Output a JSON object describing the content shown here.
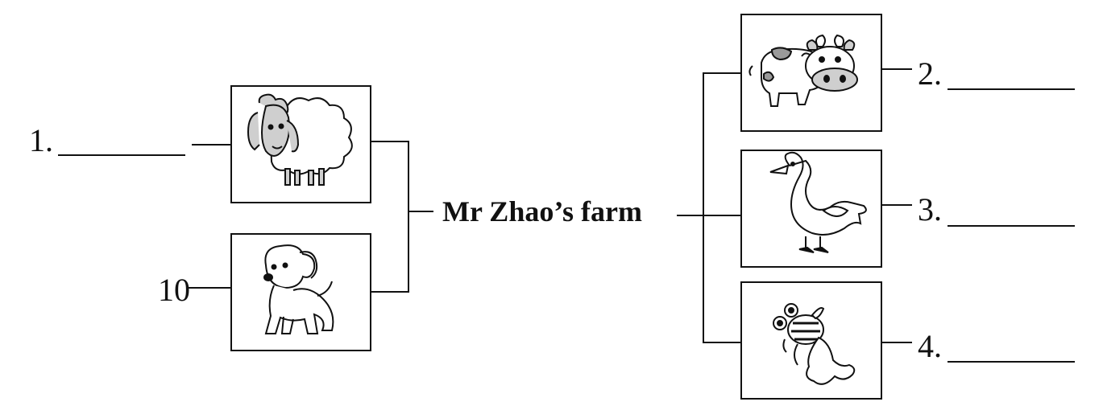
{
  "title": "Mr Zhao’s farm",
  "items": [
    {
      "id": "sheep",
      "number": "1.",
      "answer": ""
    },
    {
      "id": "dog",
      "number": "",
      "answer": "10"
    },
    {
      "id": "cow",
      "number": "2.",
      "answer": ""
    },
    {
      "id": "goose",
      "number": "3.",
      "answer": ""
    },
    {
      "id": "fish",
      "number": "4.",
      "answer": ""
    }
  ],
  "icons": {
    "sheep": "sheep-icon",
    "dog": "dog-icon",
    "cow": "cow-icon",
    "goose": "goose-icon",
    "fish": "goldfish-icon"
  },
  "colors": {
    "ink": "#111111",
    "fill_gray": "#cfcfcf",
    "background": "#ffffff"
  }
}
